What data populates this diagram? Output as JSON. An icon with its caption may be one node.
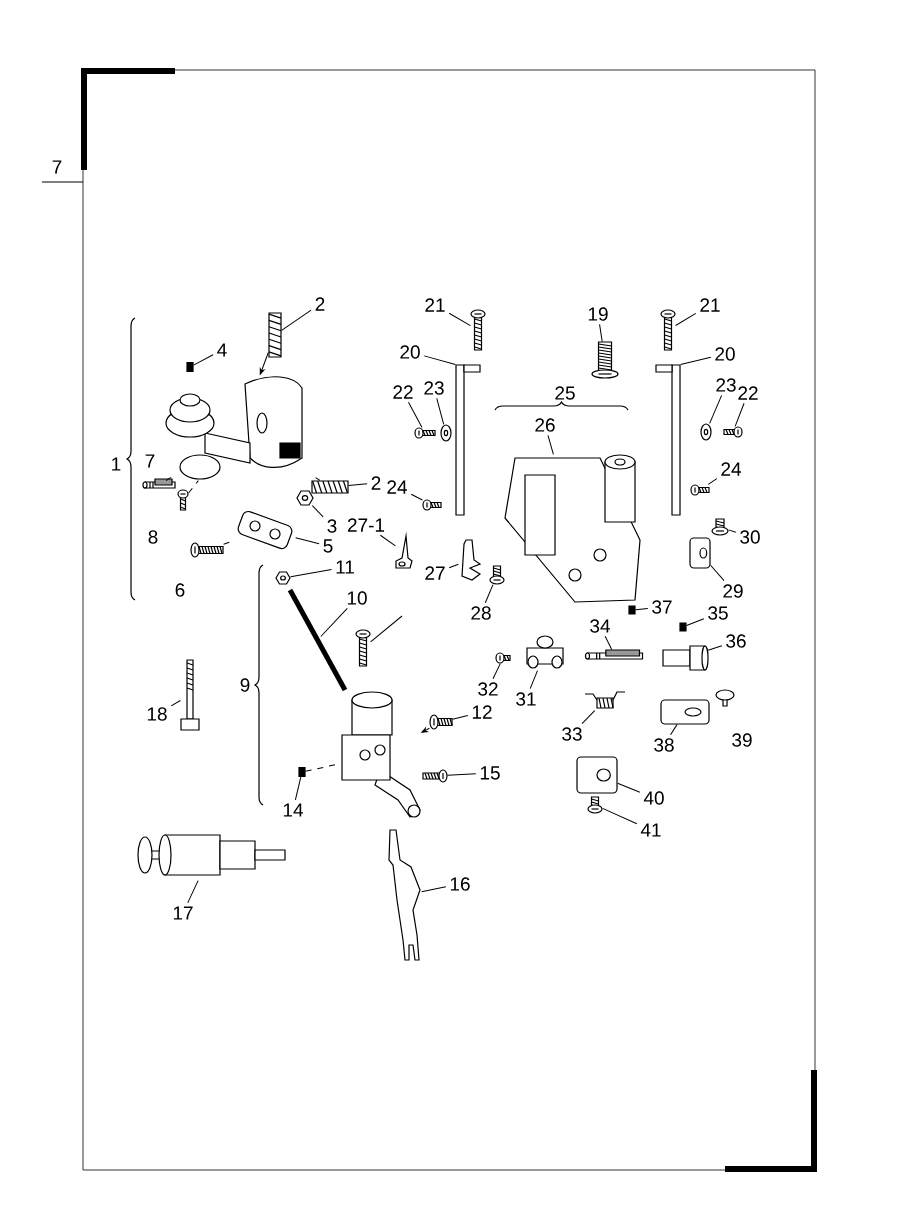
{
  "diagram": {
    "nodes": [
      {
        "text": [
          "2"
        ]
      },
      {
        "text": [],
        "shape": "picture"
      },
      {
        "text": [
          "4"
        ]
      },
      {
        "text": [],
        "shape": "box"
      },
      {
        "text": [],
        "shape": "picture"
      },
      {
        "text": [],
        "shape": "picture"
      },
      {
        "text": [],
        "shape": "picture"
      },
      {
        "text": [
          "2"
        ]
      },
      {
        "text": [],
        "shape": "picture"
      },
      {
        "text": [
          "3"
        ]
      },
      {
        "text": [],
        "shape": "picture"
      },
      {
        "text": [
          "5"
        ]
      },
      {
        "text": [],
        "shape": "picture"
      },
      {
        "text": [],
        "shape": "picture"
      },
      {
        "text": [
          "11"
        ]
      },
      {
        "text": [],
        "shape": "picture"
      },
      {
        "text": [
          "10"
        ]
      },
      {
        "text": [],
        "shape": "picture"
      },
      {
        "text": [
          "21"
        ]
      },
      {
        "text": [],
        "shape": "picture"
      },
      {
        "text": [
          "20"
        ]
      },
      {
        "text": [],
        "shape": "picture"
      },
      {
        "text": [
          "22"
        ]
      },
      {
        "text": [],
        "shape": "picture"
      },
      {
        "text": [
          "23"
        ]
      },
      {
        "text": [],
        "shape": "picture"
      },
      {
        "text": [
          "24"
        ]
      },
      {
        "text": [],
        "shape": "picture"
      },
      {
        "text": [
          "27-1"
        ]
      },
      {
        "text": [],
        "shape": "picture"
      },
      {
        "text": [
          "19"
        ]
      },
      {
        "text": [],
        "shape": "picture"
      },
      {
        "text": [
          "21"
        ]
      },
      {
        "text": [],
        "shape": "picture"
      },
      {
        "text": [
          "20"
        ]
      },
      {
        "text": [],
        "shape": "picture"
      },
      {
        "text": [
          "23"
        ]
      },
      {
        "text": [],
        "shape": "picture"
      },
      {
        "text": [
          "22"
        ]
      },
      {
        "text": [],
        "shape": "picture"
      },
      {
        "text": [
          "26"
        ]
      },
      {
        "text": [],
        "shape": "picture"
      },
      {
        "text": [
          "24"
        ]
      },
      {
        "text": [],
        "shape": "picture"
      },
      {
        "text": [
          "30"
        ]
      },
      {
        "text": [],
        "shape": "picture"
      },
      {
        "text": [
          "27"
        ]
      },
      {
        "text": [],
        "shape": "picture"
      },
      {
        "text": [
          "28"
        ]
      },
      {
        "text": [],
        "shape": "picture"
      },
      {
        "text": [
          "29"
        ]
      },
      {
        "text": [],
        "shape": "picture"
      },
      {
        "text": [
          "37"
        ]
      },
      {
        "text": [],
        "shape": "box"
      },
      {
        "text": [
          "35"
        ]
      },
      {
        "text": [],
        "shape": "box"
      },
      {
        "text": [
          "34"
        ]
      },
      {
        "text": [],
        "shape": "picture"
      },
      {
        "text": [
          "36"
        ]
      },
      {
        "text": [],
        "shape": "picture"
      },
      {
        "text": [],
        "shape": "picture"
      },
      {
        "text": [
          "32"
        ]
      },
      {
        "text": [],
        "shape": "picture"
      },
      {
        "text": [
          "31"
        ]
      },
      {
        "text": [],
        "shape": "picture"
      },
      {
        "text": [
          "12"
        ]
      },
      {
        "text": [],
        "shape": "picture"
      },
      {
        "text": [],
        "shape": "picture"
      },
      {
        "text": [
          "33"
        ]
      },
      {
        "text": [],
        "shape": "picture"
      },
      {
        "text": [
          "38"
        ]
      },
      {
        "text": [],
        "shape": "picture"
      },
      {
        "text": [
          "15"
        ]
      },
      {
        "text": [],
        "shape": "picture"
      },
      {
        "text": [
          "14"
        ]
      },
      {
        "text": [],
        "shape": "box"
      },
      {
        "text": [
          "40"
        ]
      },
      {
        "text": [],
        "shape": "picture"
      },
      {
        "text": [
          "41"
        ]
      },
      {
        "text": [],
        "shape": "picture"
      },
      {
        "text": [
          "18"
        ]
      },
      {
        "text": [],
        "shape": "picture"
      },
      {
        "text": [
          "16"
        ]
      },
      {
        "text": [],
        "shape": "picture"
      },
      {
        "text": [
          "17"
        ]
      },
      {
        "text": [],
        "shape": "picture"
      }
    ],
    "edges": [
      {
        "from": 0,
        "to": 1,
        "arrow": "none"
      },
      {
        "from": 2,
        "to": 3,
        "arrow": "none"
      },
      {
        "from": 7,
        "to": 8,
        "arrow": "none"
      },
      {
        "from": 9,
        "to": 10,
        "arrow": "none"
      },
      {
        "from": 11,
        "to": 12,
        "arrow": "none"
      },
      {
        "from": 14,
        "to": 15,
        "arrow": "none"
      },
      {
        "from": 16,
        "to": 17,
        "arrow": "none"
      },
      {
        "from": 18,
        "to": 19,
        "arrow": "none"
      },
      {
        "from": 20,
        "to": 21,
        "arrow": "none"
      },
      {
        "from": 22,
        "to": 23,
        "arrow": "none"
      },
      {
        "from": 24,
        "to": 25,
        "arrow": "none"
      },
      {
        "from": 26,
        "to": 27,
        "arrow": "none"
      },
      {
        "from": 28,
        "to": 29,
        "arrow": "none"
      },
      {
        "from": 30,
        "to": 31,
        "arrow": "none"
      },
      {
        "from": 32,
        "to": 33,
        "arrow": "none"
      },
      {
        "from": 34,
        "to": 35,
        "arrow": "none"
      },
      {
        "from": 36,
        "to": 37,
        "arrow": "none"
      },
      {
        "from": 38,
        "to": 39,
        "arrow": "none"
      },
      {
        "from": 40,
        "to": 41,
        "arrow": "none"
      },
      {
        "from": 42,
        "to": 43,
        "arrow": "none"
      },
      {
        "from": 44,
        "to": 45,
        "arrow": "none"
      },
      {
        "from": 46,
        "to": 47,
        "arrow": "none"
      },
      {
        "from": 48,
        "to": 49,
        "arrow": "none"
      },
      {
        "from": 50,
        "to": 51,
        "arrow": "none"
      },
      {
        "from": 52,
        "to": 53,
        "arrow": "none"
      },
      {
        "from": 54,
        "to": 55,
        "arrow": "none"
      },
      {
        "from": 56,
        "to": 57,
        "arrow": "none"
      },
      {
        "from": 58,
        "to": 59,
        "arrow": "none"
      },
      {
        "from": 61,
        "to": 62,
        "arrow": "none"
      },
      {
        "from": 63,
        "to": 64,
        "arrow": "none"
      },
      {
        "from": 65,
        "to": 66,
        "arrow": "none"
      },
      {
        "from": 68,
        "to": 69,
        "arrow": "none"
      },
      {
        "from": 70,
        "to": 71,
        "arrow": "none"
      },
      {
        "from": 72,
        "to": 73,
        "arrow": "none"
      },
      {
        "from": 74,
        "to": 75,
        "arrow": "none"
      },
      {
        "from": 76,
        "to": 77,
        "arrow": "none"
      },
      {
        "from": 78,
        "to": 79,
        "arrow": "none"
      },
      {
        "from": 80,
        "to": 81,
        "arrow": "none"
      },
      {
        "from": 82,
        "to": 83,
        "arrow": "none"
      },
      {
        "from": 84,
        "to": 85,
        "arrow": "none"
      },
      {
        "from": 1,
        "to": 4,
        "arrow": "to"
      },
      {
        "from": 5,
        "to": 4,
        "arrow": "none",
        "style": "dashed"
      },
      {
        "from": 6,
        "to": 4,
        "arrow": "none",
        "style": "dashed"
      },
      {
        "from": 8,
        "to": 4,
        "arrow": "none",
        "style": "dashed"
      },
      {
        "from": 13,
        "to": 12,
        "arrow": "none",
        "style": "dashed"
      },
      {
        "from": 66,
        "to": 67,
        "arrow": "to"
      },
      {
        "from": 75,
        "to": 67,
        "arrow": "none",
        "style": "dashed"
      },
      {
        "from": null,
        "to": 60,
        "arrow": "none"
      }
    ],
    "labels": [
      "7",
      "1",
      "7",
      "8",
      "6",
      "9",
      "25",
      "39"
    ]
  }
}
